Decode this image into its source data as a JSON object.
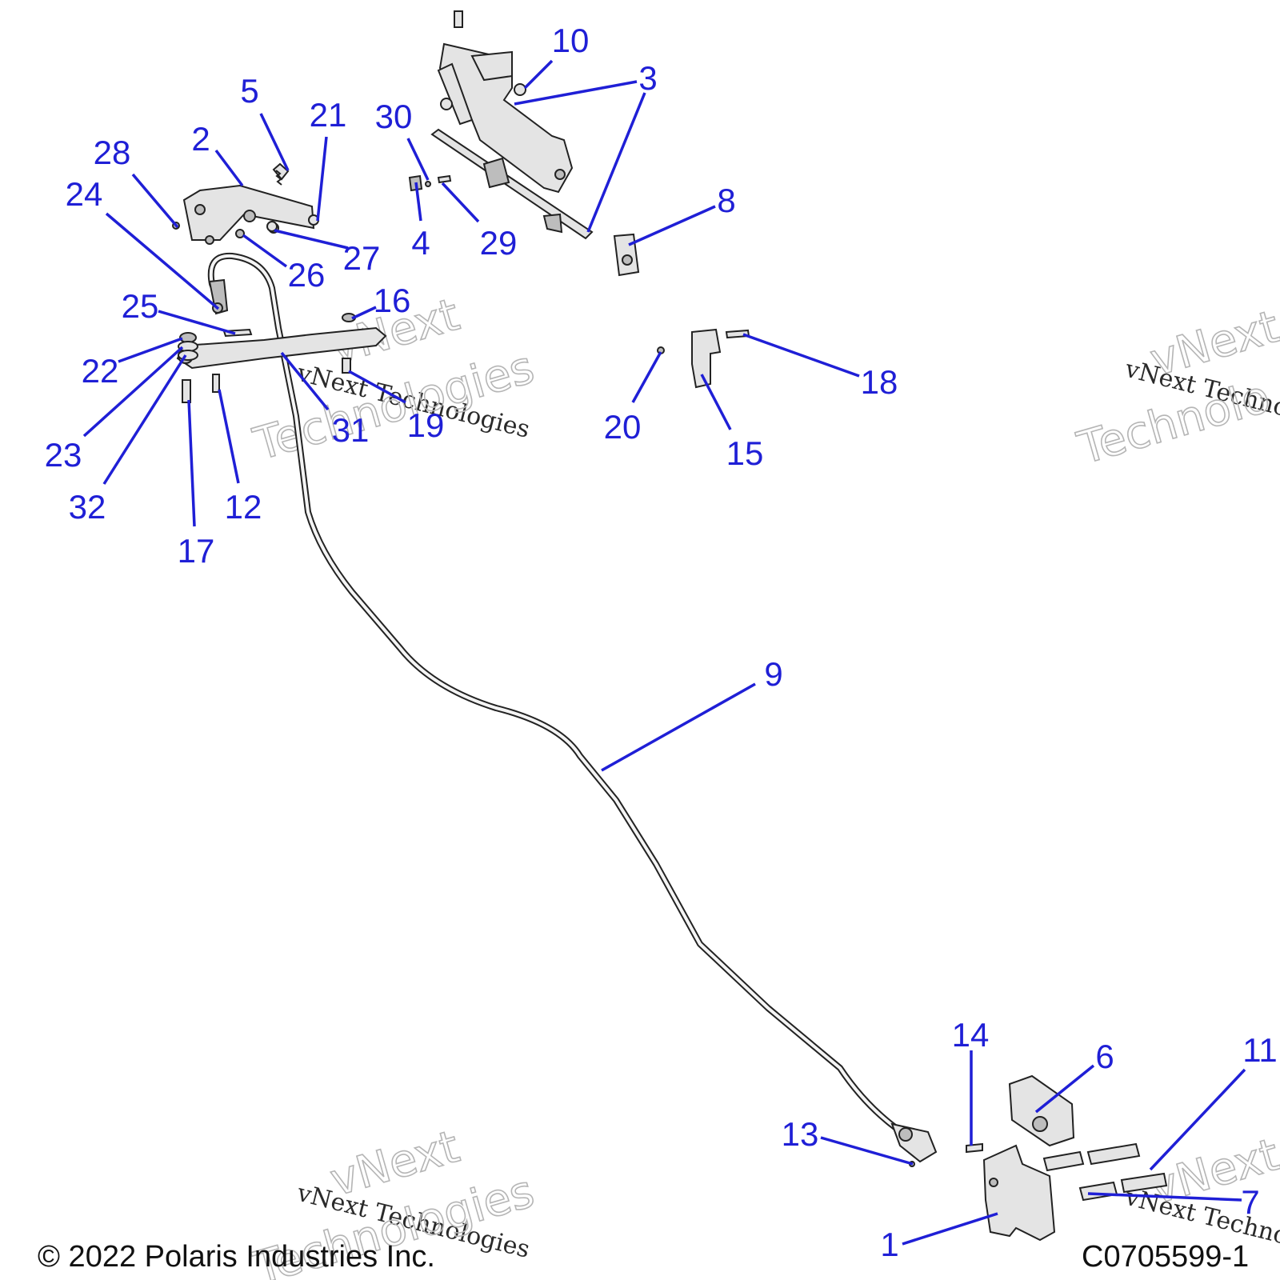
{
  "callouts": [
    "1",
    "2",
    "3",
    "4",
    "5",
    "6",
    "7",
    "8",
    "9",
    "10",
    "11",
    "12",
    "13",
    "14",
    "15",
    "16",
    "17",
    "18",
    "19",
    "20",
    "21",
    "22",
    "23",
    "24",
    "25",
    "26",
    "27",
    "28",
    "29",
    "30",
    "31",
    "32"
  ],
  "watermark": {
    "line1": "vNext Technologies",
    "line2": "vNext",
    "line3": "Technologies",
    "partial1": "vNext Techno",
    "partial2": "vNext",
    "partial3": "Technolo"
  },
  "footer": {
    "copyright": "© 2022 Polaris Industries Inc.",
    "figure_id": "C0705599-1"
  },
  "colors": {
    "callout": "#1f1fd6",
    "line": "#222222"
  }
}
